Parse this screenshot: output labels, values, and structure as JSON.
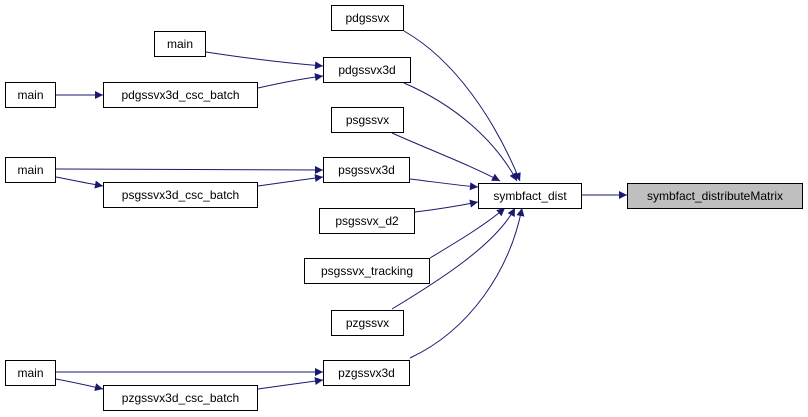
{
  "graph": {
    "edge_color": "#191970",
    "root_fill": "#bfbfbf",
    "nodes": {
      "root": "symbfact_distributeMatrix",
      "symbfact_dist": "symbfact_dist",
      "pdgssvx": "pdgssvx",
      "pdgssvx3d": "pdgssvx3d",
      "psgssvx": "psgssvx",
      "psgssvx3d": "psgssvx3d",
      "psgssvx_d2": "psgssvx_d2",
      "psgssvx_tracking": "psgssvx_tracking",
      "pzgssvx": "pzgssvx",
      "pzgssvx3d": "pzgssvx3d",
      "pdgssvx3d_csc_batch": "pdgssvx3d_csc_batch",
      "psgssvx3d_csc_batch": "psgssvx3d_csc_batch",
      "pzgssvx3d_csc_batch": "pzgssvx3d_csc_batch",
      "main_a": "main",
      "main_b": "main",
      "main_c": "main",
      "main_d": "main"
    }
  }
}
